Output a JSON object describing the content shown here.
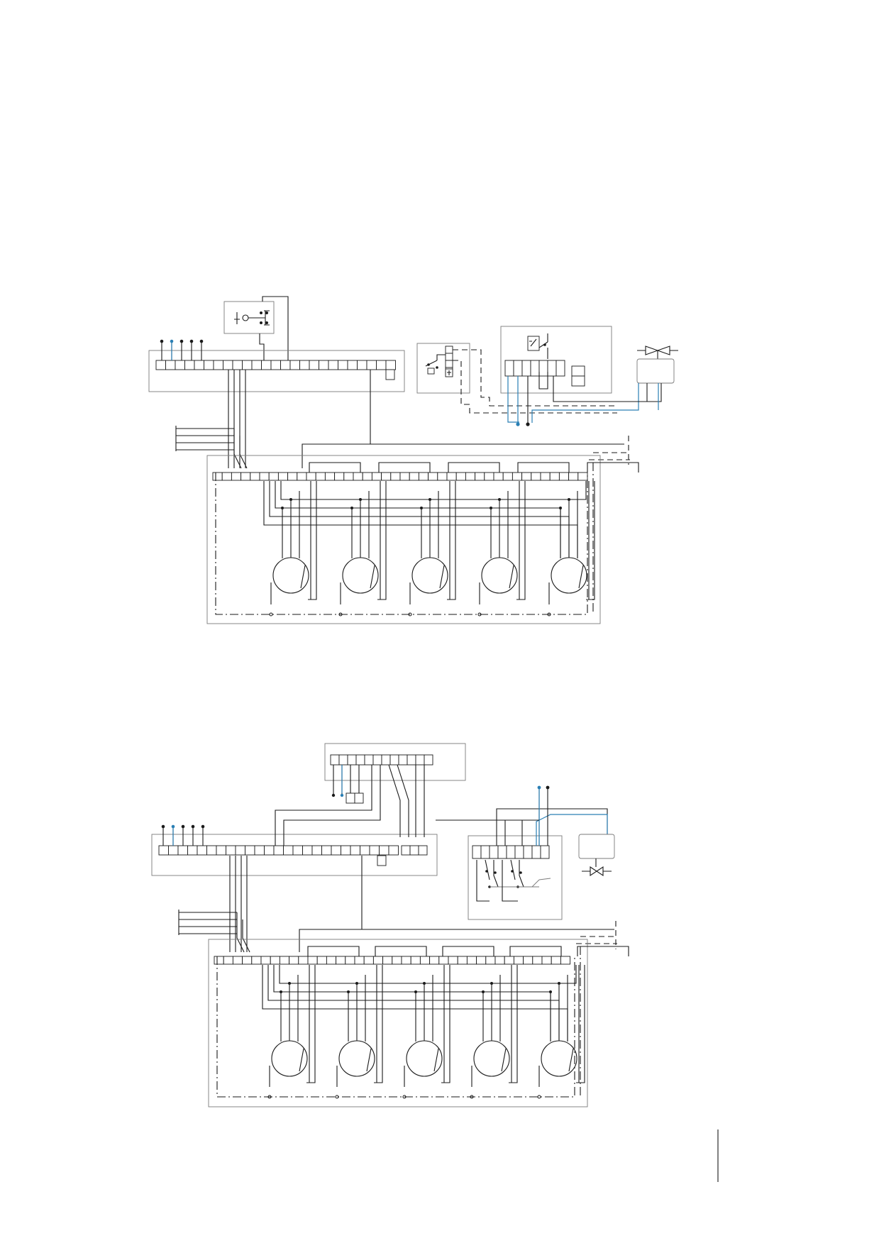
{
  "page": {
    "background": "#ffffff"
  },
  "colors": {
    "line": "#1a1a1a",
    "accent_wire": "#2a7fb4",
    "housing": "#7a7a7a"
  },
  "diagrams": [
    {
      "name": "wiring-diagram-upper",
      "compressors": 5,
      "solenoid_valve": true,
      "pressure_switch": true
    },
    {
      "name": "wiring-diagram-lower",
      "compressors": 5,
      "solenoid_valve": true,
      "controller_block": true
    }
  ]
}
